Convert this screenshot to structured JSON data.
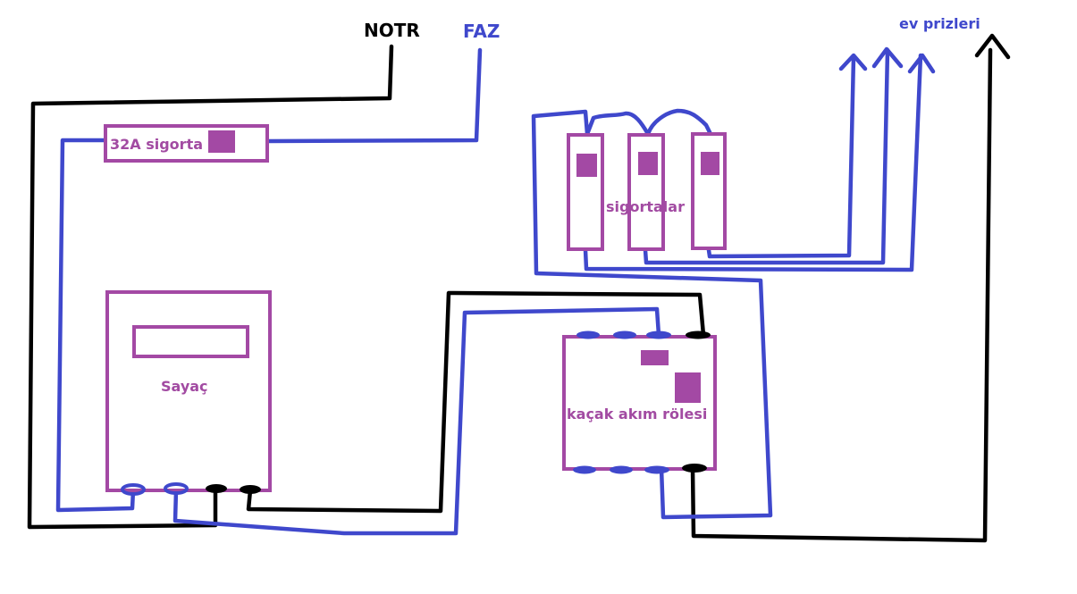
{
  "colors": {
    "neutral_wire": "#000000",
    "phase_wire": "#3f48cc",
    "component": "#a349a4",
    "background": "#ffffff"
  },
  "labels": {
    "neutral": "NOTR",
    "phase": "FAZ",
    "outlets": "ev prizleri",
    "main_breaker": "32A sigorta",
    "meter": "Sayaç",
    "breakers": "sigortalar",
    "rcd": "kaçak akım rölesi"
  },
  "components": {
    "main_breaker": {
      "name": "32A sigorta",
      "indicator_count": 1
    },
    "meter": {
      "name": "Sayaç",
      "display_count": 1,
      "terminals": [
        "phase",
        "phase",
        "neutral",
        "neutral"
      ]
    },
    "breakers": {
      "name": "sigortalar",
      "count": 3
    },
    "rcd": {
      "name": "kaçak akım rölesi",
      "top_terminals": [
        "phase",
        "phase",
        "phase",
        "neutral"
      ],
      "bottom_terminals": [
        "phase",
        "phase",
        "phase",
        "neutral"
      ],
      "indicator_count": 2
    }
  },
  "outputs": {
    "phase_arrows": 3,
    "neutral_arrows": 1
  }
}
